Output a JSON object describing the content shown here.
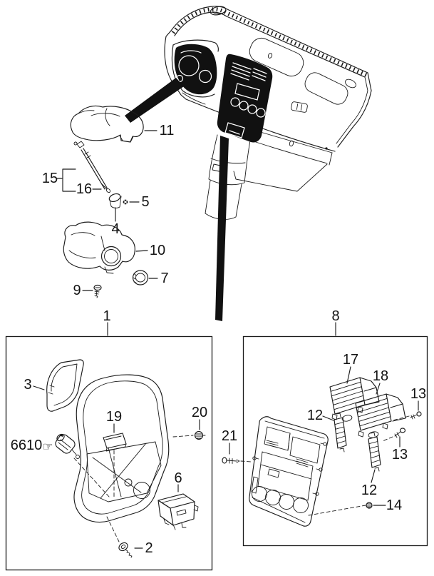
{
  "colors": {
    "background": "#ffffff",
    "line": "#1b1b1b",
    "solid_fill": "#111111"
  },
  "labels": {
    "p1": "1",
    "p2": "2",
    "p3": "3",
    "p4": "4",
    "p5": "5",
    "p6": "6",
    "p7": "7",
    "p8": "8",
    "p9": "9",
    "p10": "10",
    "p11": "11",
    "p12_left": "12",
    "p12_right": "12",
    "p13_upper": "13",
    "p13_lower": "13",
    "p14": "14",
    "p15": "15",
    "p16": "16",
    "p17": "17",
    "p18": "18",
    "p19": "19",
    "p20": "20",
    "p21": "21",
    "p6610": "6610",
    "pointer_hand": "☞"
  }
}
